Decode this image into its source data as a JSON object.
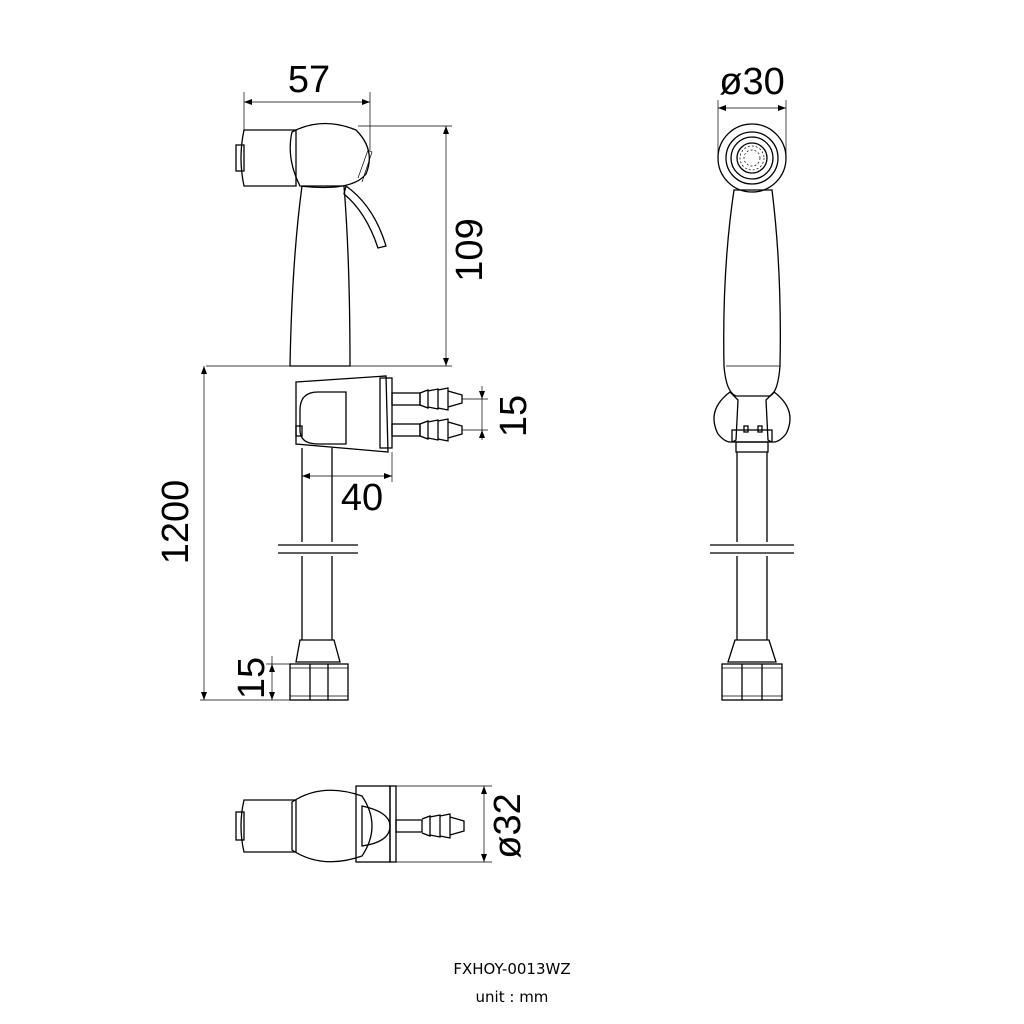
{
  "dimensions": {
    "head_width": "57",
    "head_diameter": "ø30",
    "handle_height": "109",
    "barb_spacing": "15",
    "holder_width": "40",
    "hose_length": "1200",
    "nut_height": "15",
    "holder_diameter": "ø32"
  },
  "caption": {
    "model": "FXHOY-0013WZ",
    "unit": "unit : mm"
  }
}
